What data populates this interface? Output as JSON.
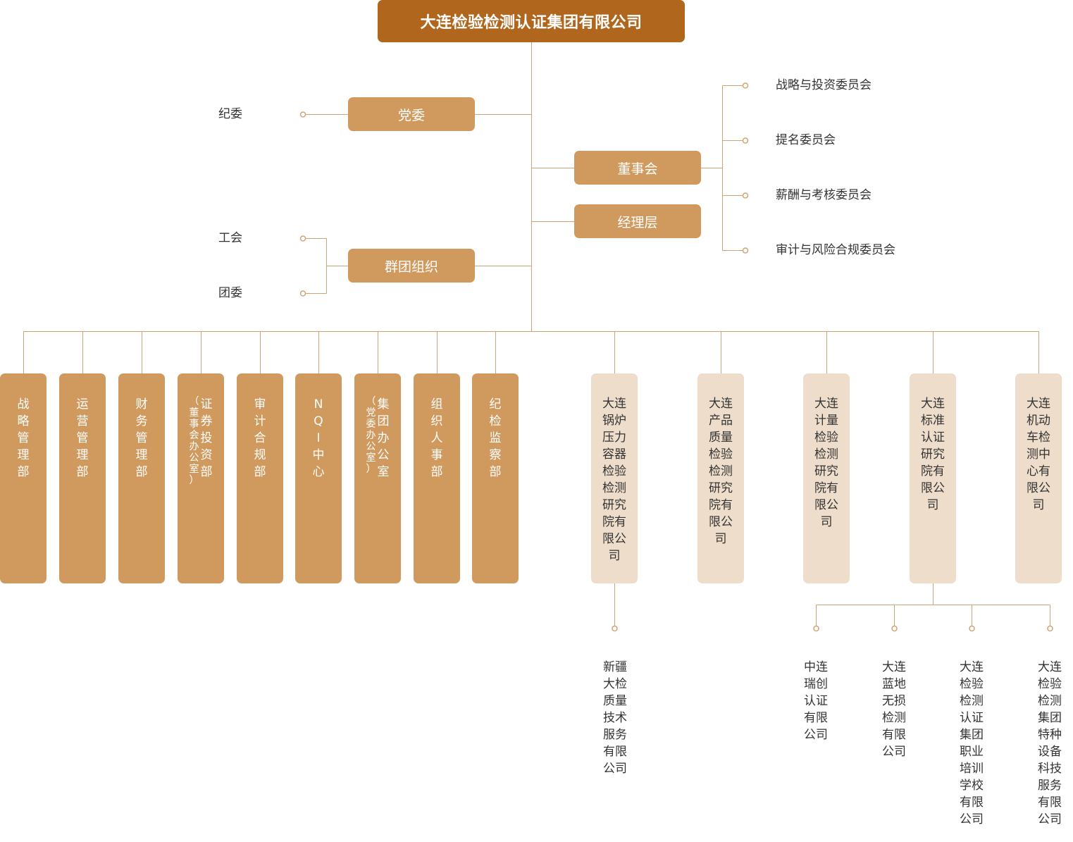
{
  "root": "大连检验检测认证集团有限公司",
  "left_branches": [
    {
      "name": "党委",
      "children": [
        "纪委"
      ]
    },
    {
      "name": "群团组织",
      "children": [
        "工会",
        "团委"
      ]
    }
  ],
  "right_branches": [
    {
      "name": "董事会",
      "children": [
        "战略与投资委员会",
        "提名委员会",
        "薪酬与考核委员会",
        "审计与风险合规委员会"
      ]
    },
    {
      "name": "经理层",
      "children": []
    }
  ],
  "departments": [
    {
      "name": "战略管理部",
      "note": ""
    },
    {
      "name": "运营管理部",
      "note": ""
    },
    {
      "name": "财务管理部",
      "note": ""
    },
    {
      "name": "证券投资部",
      "note": "（董事会办公室）"
    },
    {
      "name": "审计合规部",
      "note": ""
    },
    {
      "name": "NQI中心",
      "note": ""
    },
    {
      "name": "集团办公室",
      "note": "（党委办公室）"
    },
    {
      "name": "组织人事部",
      "note": ""
    },
    {
      "name": "纪检监察部",
      "note": ""
    }
  ],
  "subsidiaries": [
    {
      "name": "大连锅炉压力容器检验检测研究院有限公司",
      "children": [
        "新疆大检质量技术服务有限公司"
      ]
    },
    {
      "name": "大连产品质量检验检测研究院有限公司",
      "children": []
    },
    {
      "name": "大连计量检验检测研究院有限公司",
      "children": []
    },
    {
      "name": "大连标准认证研究院有限公司",
      "children": [
        "中连瑞创认证有限公司",
        "大连蓝地无损检测有限公司",
        "大连检验检测认证集团职业培训学校有限公司",
        "大连检验检测集团特种设备科技服务有限公司"
      ]
    },
    {
      "name": "大连机动车检测中心有限公司",
      "children": []
    }
  ],
  "colors": {
    "root": "#b0661c",
    "node": "#d09a5e",
    "subsidiary": "#eeddcb",
    "line": "#d1a374"
  }
}
